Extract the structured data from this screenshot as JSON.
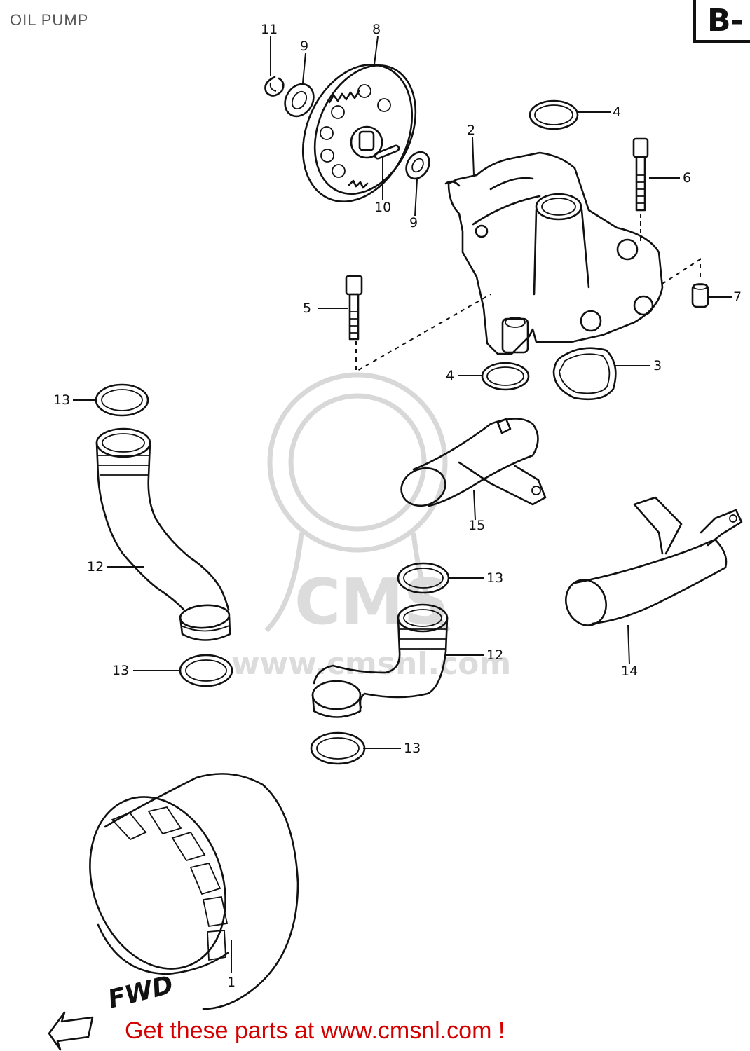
{
  "header": {
    "title": "OIL PUMP",
    "section_code": "B-"
  },
  "footer": {
    "text": "Get these parts at www.cmsnl.com !"
  },
  "direction": {
    "fwd_label": "FWD"
  },
  "watermark": {
    "text": "www.cmsnl.com",
    "logo_text": "CMS"
  },
  "callouts": [
    {
      "ref": "11",
      "part": "circlip"
    },
    {
      "ref": "9",
      "part": "washer (upper)"
    },
    {
      "ref": "8",
      "part": "oil pump gear"
    },
    {
      "ref": "4",
      "part": "o-ring (upper)"
    },
    {
      "ref": "2",
      "part": "oil pump"
    },
    {
      "ref": "6",
      "part": "bolt (pump)"
    },
    {
      "ref": "10",
      "part": "pin"
    },
    {
      "ref": "9",
      "part": "washer (lower)"
    },
    {
      "ref": "5",
      "part": "bolt"
    },
    {
      "ref": "7",
      "part": "dowel"
    },
    {
      "ref": "4",
      "part": "o-ring (lower)"
    },
    {
      "ref": "3",
      "part": "gasket"
    },
    {
      "ref": "13",
      "part": "o-ring (top left)"
    },
    {
      "ref": "15",
      "part": "oil pipe"
    },
    {
      "ref": "12",
      "part": "oil hose (left)"
    },
    {
      "ref": "14",
      "part": "oil pipe"
    },
    {
      "ref": "13",
      "part": "o-ring (centre)"
    },
    {
      "ref": "12",
      "part": "oil hose (centre)"
    },
    {
      "ref": "13",
      "part": "o-ring (left lower)"
    },
    {
      "ref": "13",
      "part": "o-ring (bottom)"
    },
    {
      "ref": "1",
      "part": "oil filter"
    }
  ],
  "colors": {
    "line": "#111111",
    "footer": "#d40000",
    "watermark": "#d8d8d8",
    "title": "#555555"
  }
}
